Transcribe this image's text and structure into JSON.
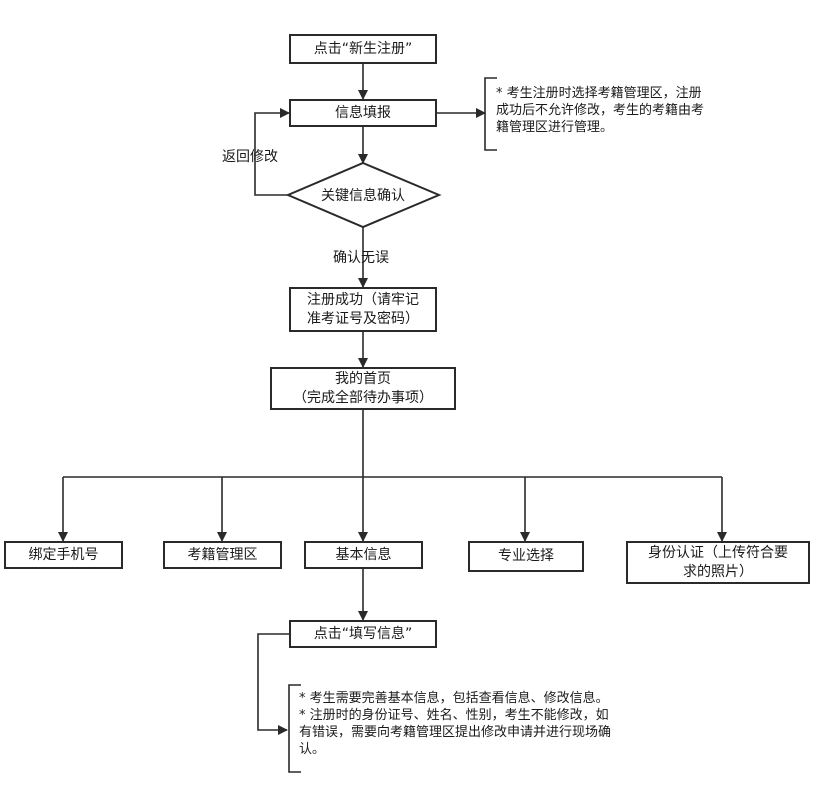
{
  "steps": {
    "register": "点击“新生注册”",
    "fill": "信息填报",
    "confirm": "关键信息确认",
    "success": "注册成功（请牢记\n准考证号及密码）",
    "home": "我的首页\n（完成全部待办事项）"
  },
  "edges": {
    "back": "返回修改",
    "ok": "确认无误"
  },
  "note1": "* 考生注册时选择考籍管理区，注册\n成功后不允许修改，考生的考籍由考\n籍管理区进行管理。",
  "tasks": [
    "绑定手机号",
    "考籍管理区",
    "基本信息",
    "专业选择",
    "身份认证（上传符合要\n求的照片）"
  ],
  "fill_info": "点击“填写信息”",
  "note2": "*  考生需要完善基本信息，包括查看信息、修改信息。\n*  注册时的身份证号、姓名、性别，考生不能修改，如\n有错误，需要向考籍管理区提出修改申请并进行现场确\n认。"
}
